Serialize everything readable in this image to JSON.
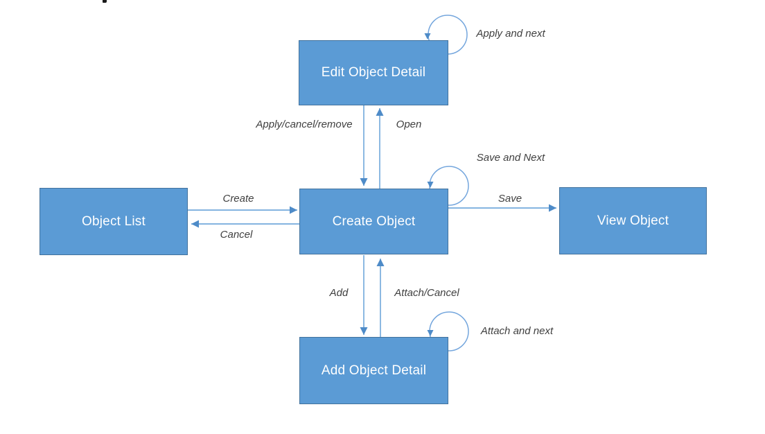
{
  "diagram": {
    "title": "Object state transition diagram",
    "nodes": {
      "edit_object_detail": {
        "label": "Edit Object Detail"
      },
      "object_list": {
        "label": "Object List"
      },
      "create_object": {
        "label": "Create Object"
      },
      "view_object": {
        "label": "View Object"
      },
      "add_object_detail": {
        "label": "Add Object Detail"
      }
    },
    "edges": {
      "apply_and_next": {
        "label": "Apply and next",
        "from": "edit_object_detail",
        "to": "edit_object_detail",
        "kind": "self-loop"
      },
      "apply_cancel_remove": {
        "label": "Apply/cancel/remove",
        "from": "edit_object_detail",
        "to": "create_object"
      },
      "open": {
        "label": "Open",
        "from": "create_object",
        "to": "edit_object_detail"
      },
      "create": {
        "label": "Create",
        "from": "object_list",
        "to": "create_object"
      },
      "cancel": {
        "label": "Cancel",
        "from": "create_object",
        "to": "object_list"
      },
      "save_and_next": {
        "label": "Save and Next",
        "from": "create_object",
        "to": "create_object",
        "kind": "self-loop"
      },
      "save": {
        "label": "Save",
        "from": "create_object",
        "to": "view_object"
      },
      "add": {
        "label": "Add",
        "from": "create_object",
        "to": "add_object_detail"
      },
      "attach_cancel": {
        "label": "Attach/Cancel",
        "from": "add_object_detail",
        "to": "create_object"
      },
      "attach_and_next": {
        "label": "Attach and next",
        "from": "add_object_detail",
        "to": "add_object_detail",
        "kind": "self-loop"
      }
    },
    "colors": {
      "node_fill": "#5B9BD5",
      "node_border": "#41719C",
      "arrow": "#5B9BD5",
      "loop": "#74A6DD",
      "arrowhead": "#4E8BC8",
      "label_text": "#3F3F3F"
    }
  }
}
